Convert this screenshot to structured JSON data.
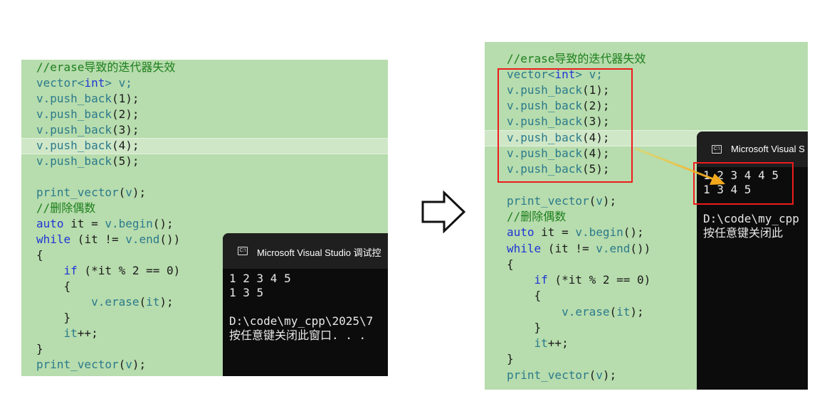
{
  "left": {
    "code_lines": [
      "//erase导致的迭代器失效",
      "vector<int> v;",
      "v.push_back(1);",
      "v.push_back(2);",
      "v.push_back(3);",
      "v.push_back(4);",
      "v.push_back(5);",
      "",
      "print_vector(v);",
      "//删除偶数",
      "auto it = v.begin();",
      "while (it != v.end())",
      "{",
      "    if (*it % 2 == 0)",
      "    {",
      "        v.erase(it);",
      "    }",
      "    it++;",
      "}",
      "print_vector(v);"
    ],
    "console": {
      "title": "Microsoft Visual Studio 调试控",
      "lines": [
        "1 2 3 4 5",
        "1 3 5",
        "",
        "D:\\code\\my_cpp\\2025\\7",
        "按任意键关闭此窗口. . ."
      ]
    }
  },
  "right": {
    "code_lines": [
      "//erase导致的迭代器失效",
      "vector<int> v;",
      "v.push_back(1);",
      "v.push_back(2);",
      "v.push_back(3);",
      "v.push_back(4);",
      "v.push_back(4);",
      "v.push_back(5);",
      "",
      "print_vector(v);",
      "//删除偶数",
      "auto it = v.begin();",
      "while (it != v.end())",
      "{",
      "    if (*it % 2 == 0)",
      "    {",
      "        v.erase(it);",
      "    }",
      "    it++;",
      "}",
      "print_vector(v);"
    ],
    "console": {
      "title": "Microsoft Visual S",
      "lines": [
        "1 2 3 4 4 5",
        "1 3 4 5",
        "",
        "D:\\code\\my_cpp",
        "按任意键关闭此"
      ]
    }
  },
  "icons": {
    "transition_arrow": "right-arrow-outline-icon",
    "console_icon": "console-window-icon",
    "pointer_arrow": "yellow-pointer-arrow-icon"
  },
  "colors": {
    "editor_bg": "#b7dcad",
    "comment": "#1d7f1d",
    "keyword": "#1f35d6",
    "identifier": "#2b7a8c",
    "console_bg": "#0c0c0c",
    "highlight_box": "#ee1c1c",
    "pointer_arrow": "#f3b21c"
  }
}
